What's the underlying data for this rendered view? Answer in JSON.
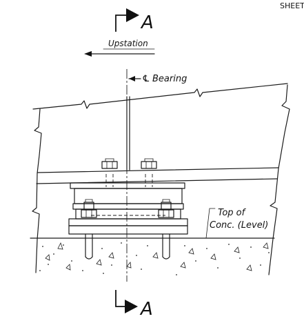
{
  "sheet_label": "SHEET",
  "section": {
    "top_letter": "A",
    "bottom_letter": "A"
  },
  "labels": {
    "direction": "Upstation",
    "bearing_symbol": "℄",
    "bearing": "Bearing",
    "top_of_conc_line1": "Top of",
    "top_of_conc_line2": "Conc. (Level)"
  }
}
